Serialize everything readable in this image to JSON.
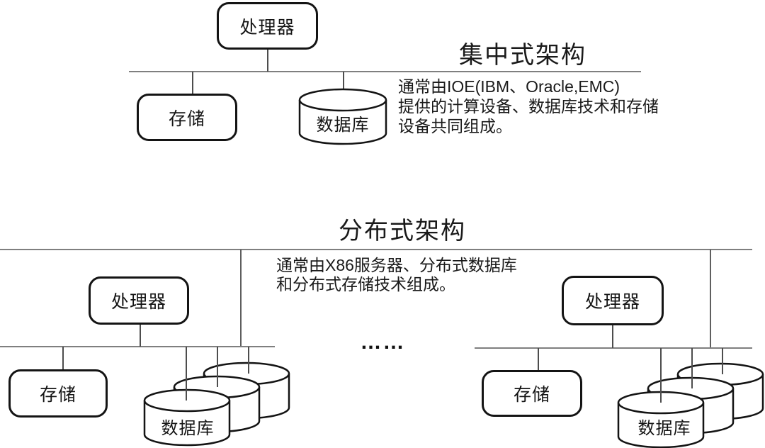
{
  "centralized": {
    "title": "集中式架构",
    "description": "通常由IOE(IBM、Oracle,EMC)\n提供的计算设备、数据库技术和存储\n设备共同组成。",
    "processor_label": "处理器",
    "storage_label": "存储",
    "database_label": "数据库"
  },
  "distributed": {
    "title": "分布式架构",
    "description": "通常由X86服务器、分布式数据库\n和分布式存储技术组成。",
    "ellipsis": "……",
    "clusters": [
      {
        "processor_label": "处理器",
        "storage_label": "存储",
        "database_label": "数据库"
      },
      {
        "processor_label": "处理器",
        "storage_label": "存储",
        "database_label": "数据库"
      }
    ]
  },
  "colors": {
    "bus_line": "#7f7f7f",
    "connector_line": "#4d4d4d",
    "shape_border": "#141414",
    "background": "#ffffff",
    "text": "#1a1a1a"
  }
}
